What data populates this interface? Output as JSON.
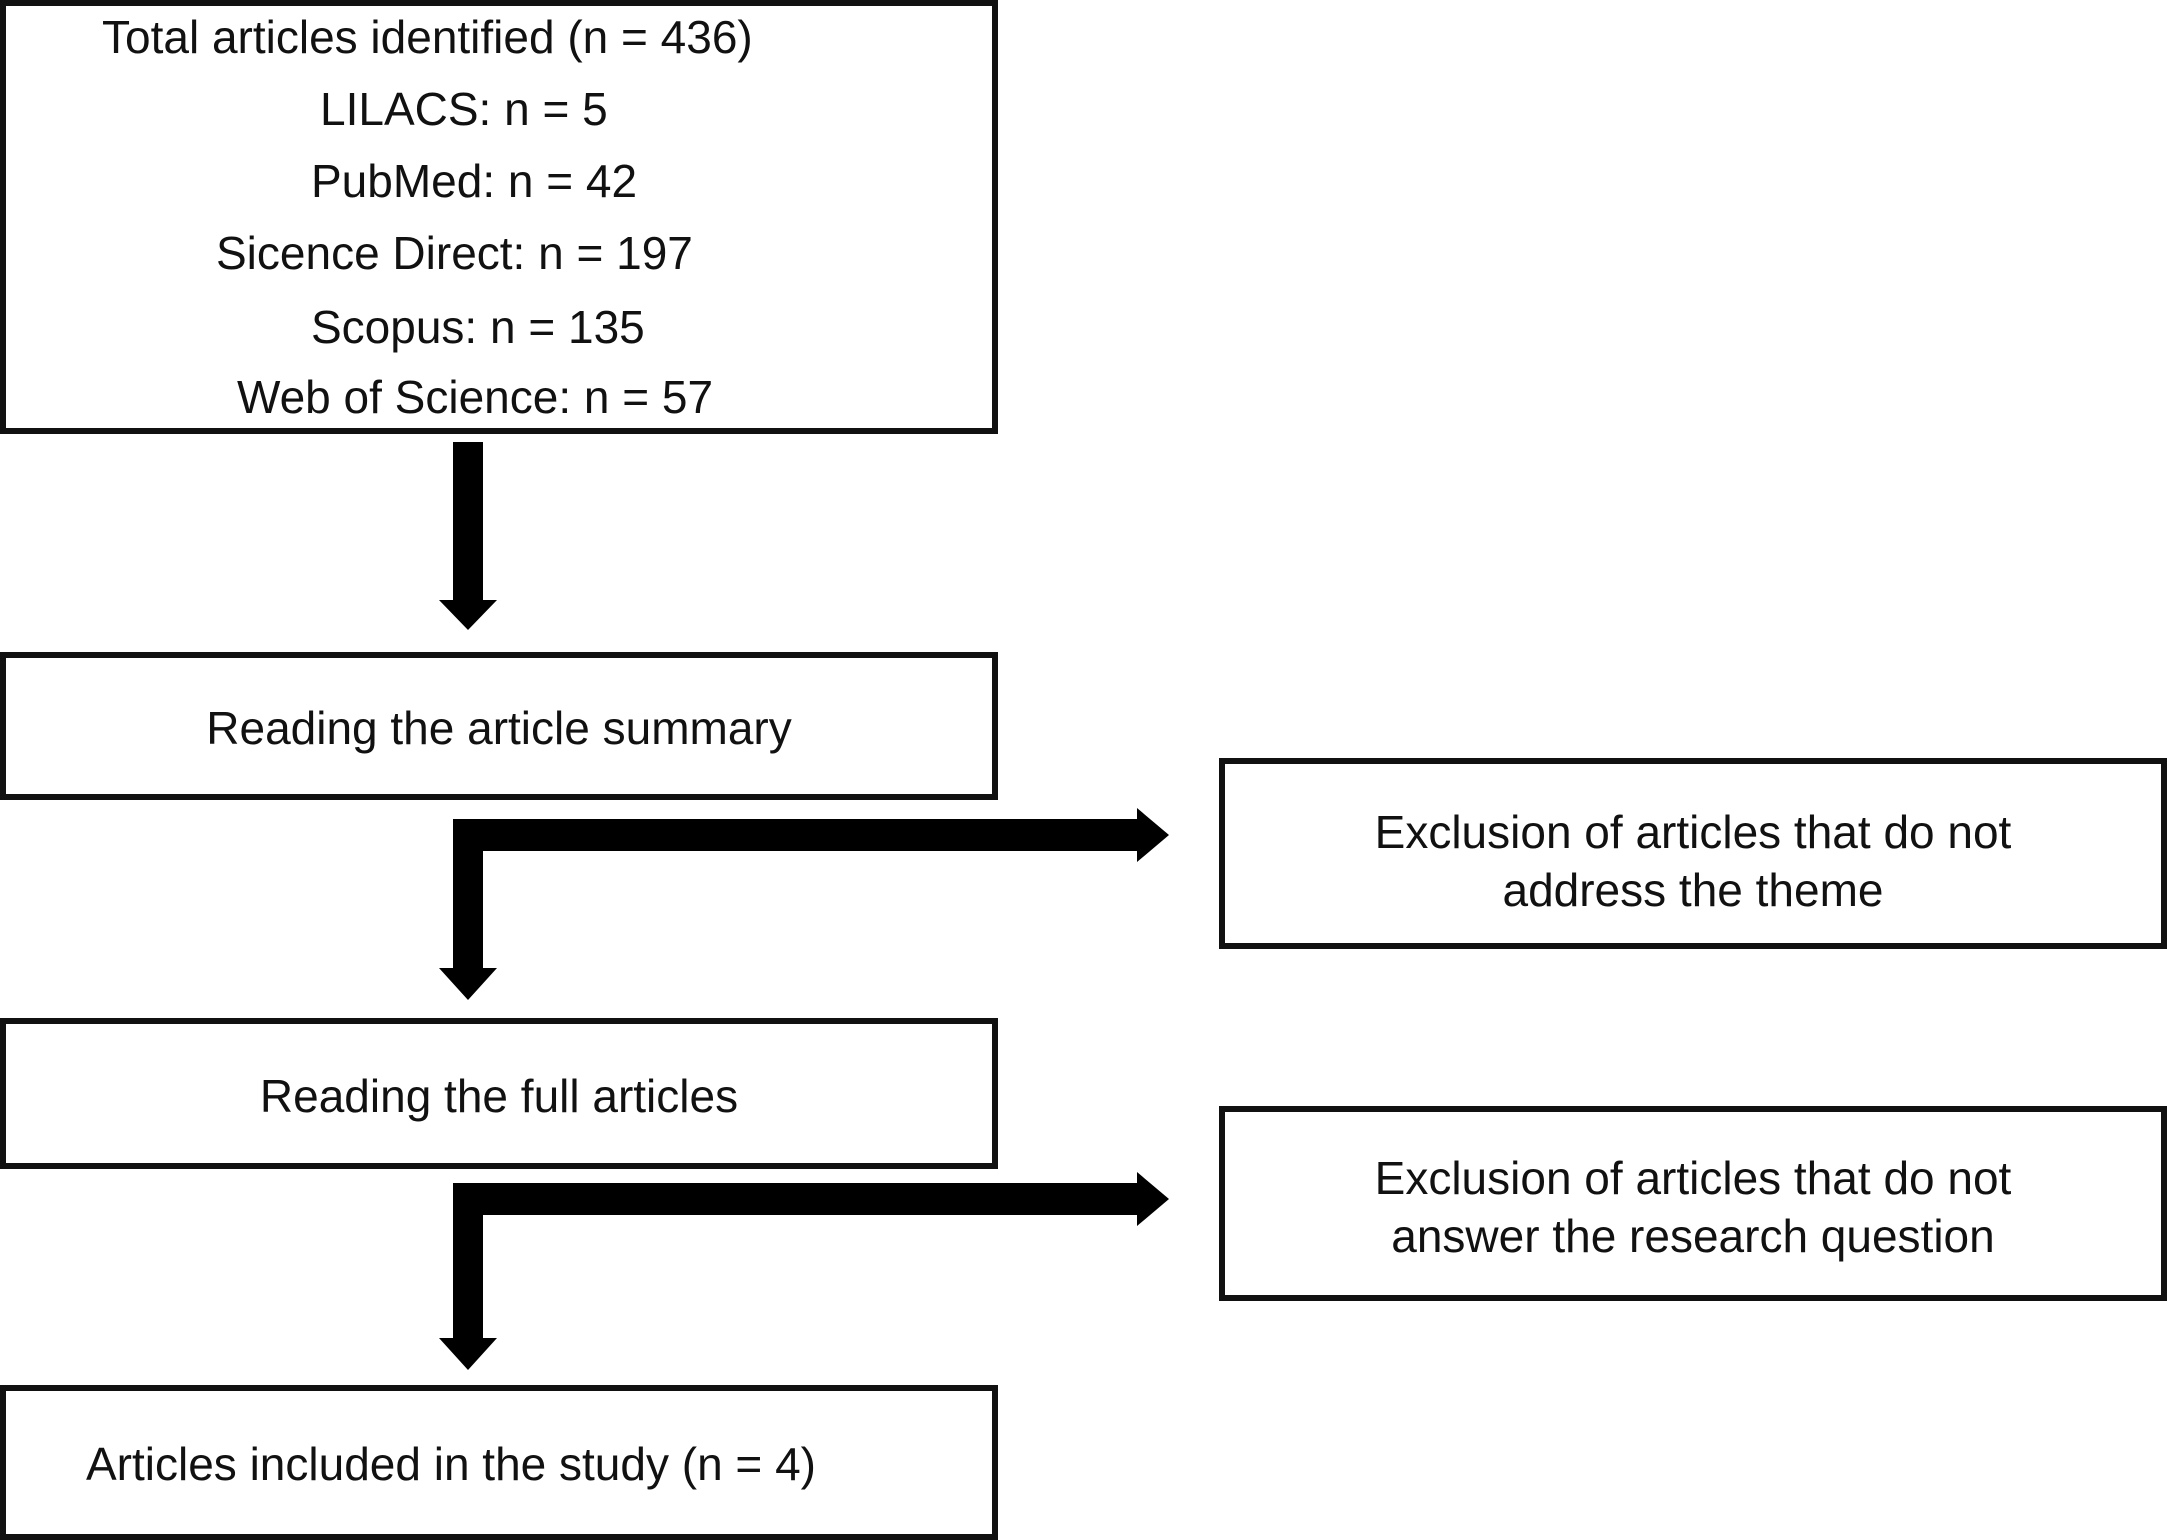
{
  "identification": {
    "title": "Total articles identified (n = 436)",
    "sources": [
      "LILACS: n = 5",
      "PubMed: n = 42",
      "Sicence Direct: n = 197",
      "Scopus: n = 135",
      "Web of Science: n = 57"
    ]
  },
  "screening": {
    "label": "Reading the article summary"
  },
  "exclusion_1": {
    "line1": "Exclusion of articles that do not",
    "line2": "address the theme"
  },
  "full_text": {
    "label": "Reading the  full articles"
  },
  "exclusion_2": {
    "line1": "Exclusion of articles that do not",
    "line2": "answer the research question"
  },
  "included": {
    "label": "Articles included in the study (n = 4)"
  }
}
